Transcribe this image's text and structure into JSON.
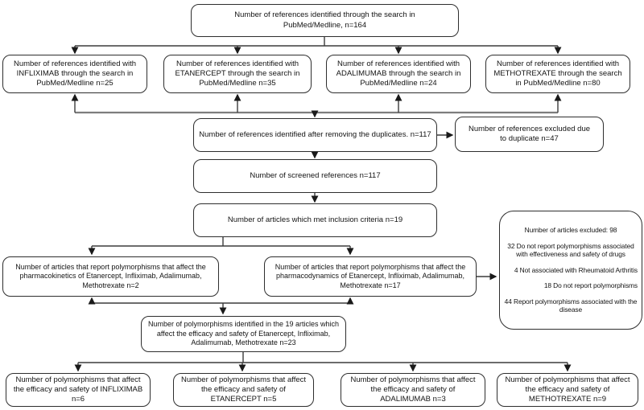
{
  "flowchart": {
    "description": "PRISMA-style literature search flow diagram",
    "nodes": {
      "search_total": "Number of references identified through the search in PubMed/Medline, n=164",
      "infliximab_search": "Number of references identified with INFLIXIMAB through the search in PubMed/Medline n=25",
      "etanercept_search": "Number of references identified with ETANERCEPT through the search in PubMed/Medline n=35",
      "adalimumab_search": "Number of references identified with ADALIMUMAB through the search in PubMed/Medline n=24",
      "methotrexate_search": "Number of references identified with METHOTREXATE through the search in PubMed/Medline n=80",
      "after_duplicates": "Number of references identified after removing the duplicates. n=117",
      "excluded_duplicates": "Number of references excluded due to duplicate n=47",
      "screened": "Number of screened references n=117",
      "inclusion": "Number of articles which met inclusion criteria n=19",
      "pharmacokinetics": "Number of articles that report polymorphisms that affect the pharmacokinetics of Etanercept, Infliximab, Adalimumab, Methotrexate n=2",
      "pharmacodynamics": "Number of articles that report polymorphisms that affect the pharmacodynamics of Etanercept, Infliximab, Adalimumab, Methotrexate n=17",
      "polymorphisms_total": "Number of polymorphisms identified in the 19 articles which affect the efficacy and safety of Etanercept, Infliximab, Adalimumab, Methotrexate n=23",
      "infliximab_poly": "Number of polymorphisms that affect the efficacy and safety of INFLIXIMAB n=6",
      "etanercept_poly": "Number of polymorphisms that affect the efficacy and safety of ETANERCEPT n=5",
      "adalimumab_poly": "Number of polymorphisms that affect the efficacy and safety of ADALIMUMAB n=3",
      "methotrexate_poly": "Number of polymorphisms that affect the efficacy and safety of METHOTREXATE n=9"
    },
    "excluded_articles": {
      "lines": [
        "Number of articles excluded: 98",
        "32 Do not report polymorphisms associated with effectiveness and safety of drugs",
        "4 Not associated with Rheumatoid Arthritis",
        "18 Do not report polymorphisms",
        "44 Report polymorphisms associated with the disease"
      ]
    },
    "colors": {
      "box_border": "#2e2e2e",
      "connector": "#3c3c3c",
      "connector_light": "#7d7d7d",
      "background": "#ffffff",
      "text": "#141414"
    }
  }
}
